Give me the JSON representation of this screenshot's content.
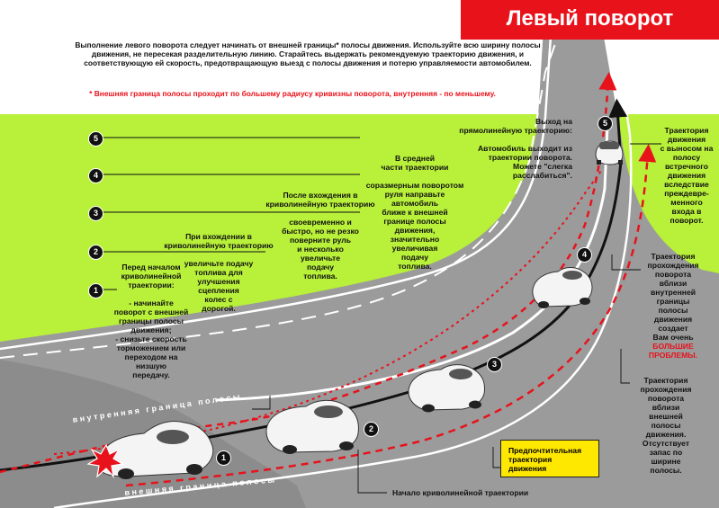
{
  "title": "Левый поворот",
  "intro": "Выполнение левого поворота следует начинать от внешней границы* полосы движения. Используйте всю ширину полосы движения, не пересекая разделительную линию. Старайтесь выдержать рекомендуемую траекторию движения, и соответствующую ей скорость, предотвращающую выезд с полосы движения и потерю управляемости автомобилем.",
  "footnote": "* Внешняя граница полосы проходит по большему радиусу кривизны поворота, внутренняя - по меньшему.",
  "steps": [
    {
      "num": "1",
      "text": "Перед началом\nкриволинейной\nтраектории:\n\n- начинайте\nповорот с внешней\nграницы полосы\nдвижения;\n- снизьте скорость\nторможением или\nпереходом на\nнизшую\nпередачу."
    },
    {
      "num": "2",
      "text": "При вхождении в\nкриволинейную траекторию\n\nувеличьте подачу\nтоплива для\nулучшения\nсцепления\nколес с\nдорогой."
    },
    {
      "num": "3",
      "text": "После вхождения в\nкриволинейную траекторию\n\nсвоевременно и\nбыстро, но не резко\nповерните руль\nи несколько\nувеличьте\nподачу\nтоплива."
    },
    {
      "num": "4",
      "text": "В средней\nчасти траектории\n\nсоразмерным поворотом\nруля направьте\nавтомобиль\nближе к внешней\nгранице полосы\nдвижения,\nзначительно\nувеличивая\nподачу\nтоплива."
    },
    {
      "num": "5",
      "text": "Выход на\nпрямолинейную траекторию:\n\nАвтомобиль выходит из\nтраектории поворота.\nМожете \"слегка\nрасслабиться\"."
    }
  ],
  "annotations": {
    "oncoming": "Траектория\nдвижения\nс выносом на\nполосу\nвстречного\nдвижения\nвследствие\nпреждевре-\nменного\nвхода в\nповорот.",
    "inner_a": "Траектория\nпрохождения\nповорота\nвблизи\nвнутренней\nграницы\nполосы\nдвижения\nсоздает\nВам очень",
    "inner_b": "БОЛЬШИЕ\nПРОБЛЕМЫ.",
    "outer": "Траектория\nпрохождения\nповорота\nвблизи\nвнешней\nполосы\nдвижения.\nОтсутствует\nзапас по\nширине\nполосы."
  },
  "preferred": "Предпочтительная\nтраектория\nдвижения",
  "curve_start": "Начало криволинейной траектории",
  "inner_edge": "внутренняя граница полосы",
  "outer_edge": "внешняя граница полосы",
  "colors": {
    "accent": "#e8121b",
    "panel": "#b8f03a",
    "road": "#9a9a9a",
    "highlight": "#ffe800"
  }
}
